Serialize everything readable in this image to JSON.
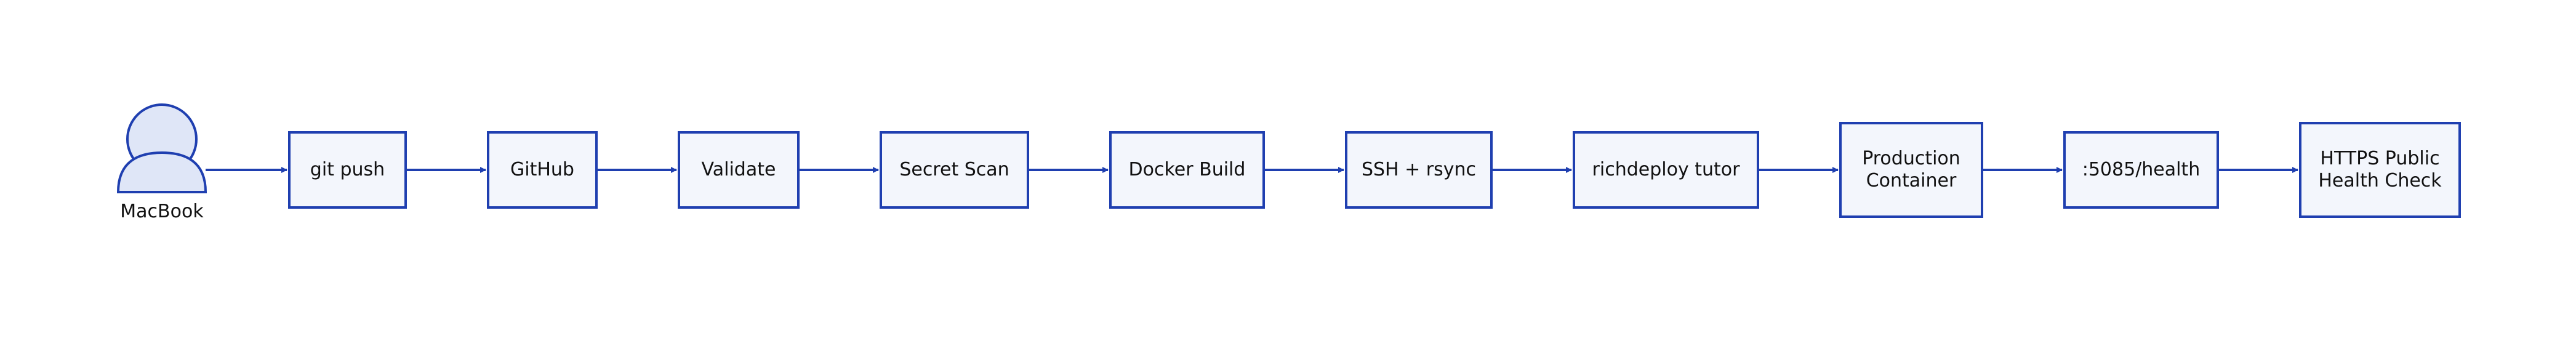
{
  "actor": {
    "label": "MacBook",
    "icon": "person-icon"
  },
  "steps": [
    {
      "label": "git push"
    },
    {
      "label": "GitHub"
    },
    {
      "label": "Validate"
    },
    {
      "label": "Secret Scan"
    },
    {
      "label": "Docker Build"
    },
    {
      "label": "SSH + rsync"
    },
    {
      "label": "richdeploy tutor"
    },
    {
      "label": "Production\nContainer"
    },
    {
      "label": ":5085/health"
    },
    {
      "label": "HTTPS Public\nHealth Check"
    }
  ],
  "colors": {
    "stroke": "#1f3fb0",
    "fill": "#f3f6fc",
    "actor_fill": "#dfe6f7",
    "text": "#111111"
  }
}
